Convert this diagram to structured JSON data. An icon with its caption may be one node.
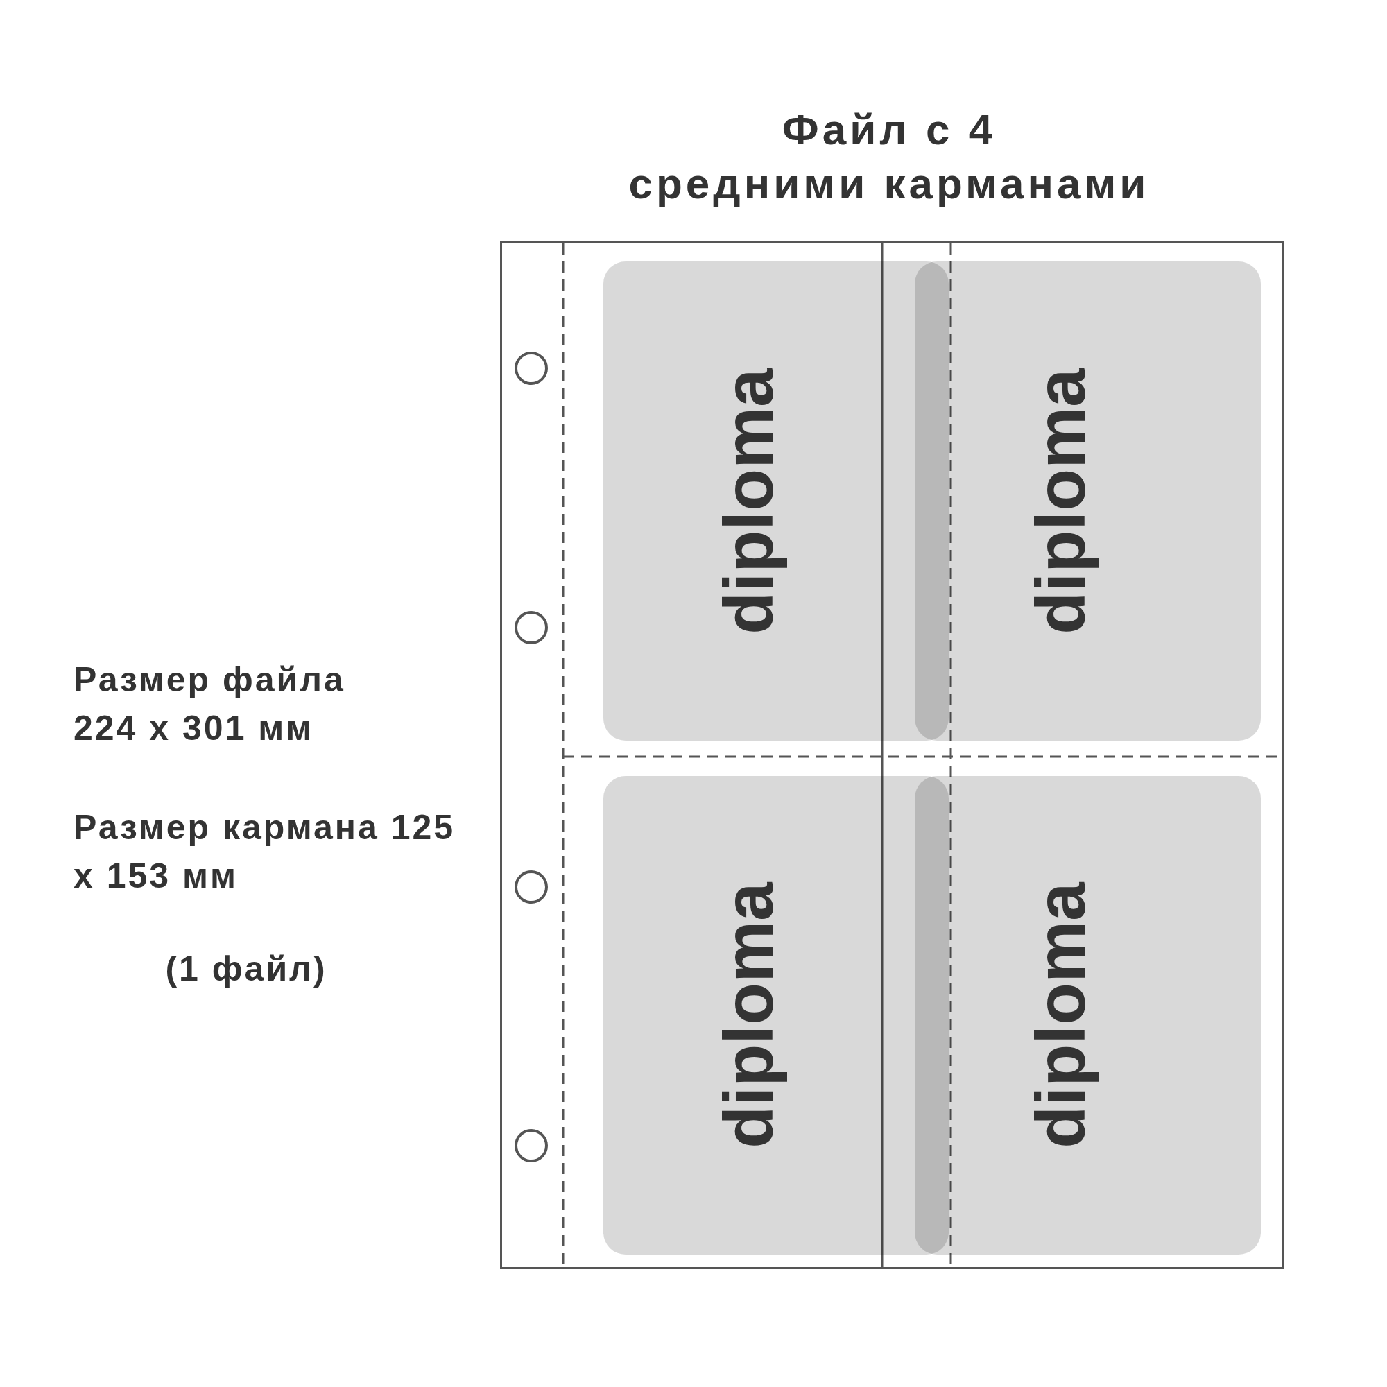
{
  "diagram": {
    "title": "Файл с 4 средними карманами",
    "nodes": [
      {
        "text": [],
        "shape": "box"
      },
      {
        "text": [
          "diploma"
        ],
        "in": 0
      },
      {
        "text": [
          "diploma"
        ],
        "in": 0
      },
      {
        "text": [
          "diploma"
        ],
        "in": 0
      },
      {
        "text": [
          "diploma"
        ],
        "in": 0
      }
    ],
    "labels": [
      "Размер файла 224 x 301 мм",
      "Размер кармана 125 x 153 мм",
      "(1 файл)"
    ]
  }
}
